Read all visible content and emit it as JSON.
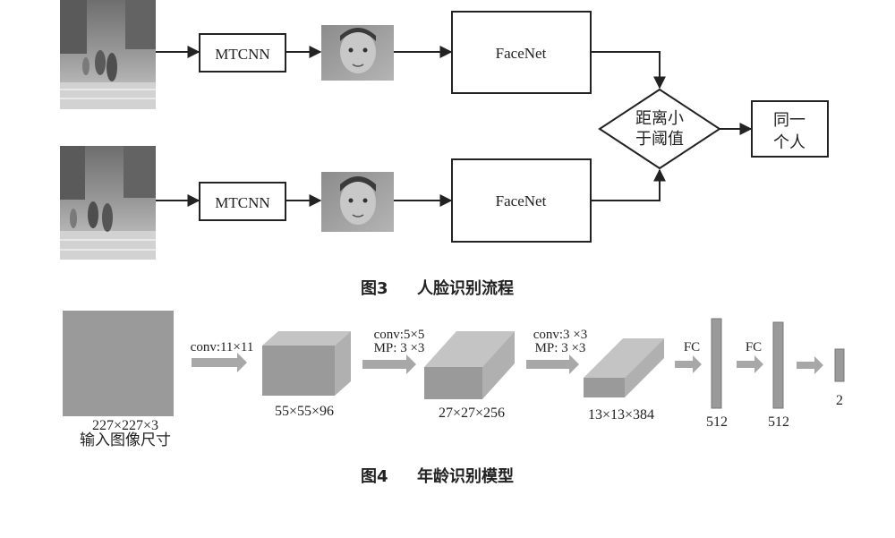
{
  "figure3": {
    "top_row": {
      "detector_label": "MTCNN",
      "embedder_label": "FaceNet"
    },
    "bottom_row": {
      "detector_label": "MTCNN",
      "embedder_label": "FaceNet"
    },
    "decision_line1": "距离小",
    "decision_line2": "于阈值",
    "result_line1": "同一",
    "result_line2": "个人",
    "caption_number": "图3",
    "caption_text": "人脸识别流程"
  },
  "figure4": {
    "stage0": {
      "op_label": "conv:11×11"
    },
    "input_size": "227×227×3",
    "input_caption": "输入图像尺寸",
    "block1_size": "55×55×96",
    "stage1": {
      "op_line1": "conv:5×5",
      "op_line2": "MP: 3 ×3"
    },
    "block2_size": "27×27×256",
    "stage2": {
      "op_line1": "conv:3 ×3",
      "op_line2": "MP: 3 ×3"
    },
    "block3_size": "13×13×384",
    "fc1_label": "FC",
    "fc1_size": "512",
    "fc2_label": "FC",
    "fc2_size": "512",
    "output_size": "2",
    "caption_number": "图4",
    "caption_text": "年龄识别模型"
  },
  "colors": {
    "line": "#222222",
    "block_face": "#9a9a9a",
    "block_top": "#c4c4c4",
    "block_side": "#b0b0b0",
    "arrow_gray": "#a8a8a8"
  }
}
